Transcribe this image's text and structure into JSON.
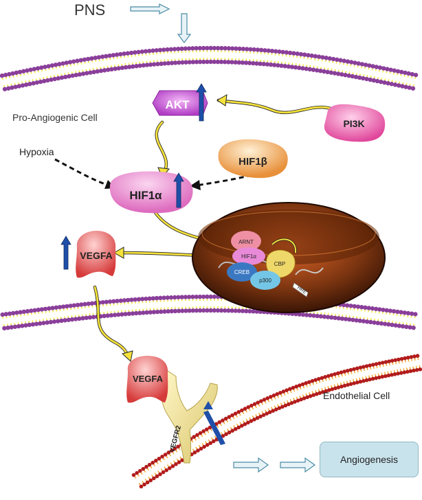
{
  "labels": {
    "stimulus": "PNS",
    "pro_cell": "Pro-Angiogenic Cell",
    "hypoxia": "Hypoxia",
    "endothelial_cell": "Endothelial Cell",
    "outcome": "Angiogenesis"
  },
  "proteins": {
    "akt": "AKT",
    "pi3k": "PI3K",
    "hif1b": "HIF1β",
    "hif1a": "HIF1α",
    "vegfa": "VEGFA",
    "vegfa_bound": "VEGFA",
    "vegfr2": "VEGFR2"
  },
  "complex": {
    "arnt": "ARNT",
    "hif1a": "HIF1α",
    "cbp": "CBP",
    "creb": "CREB",
    "p300": "p300",
    "hre": "HRE"
  },
  "colors": {
    "membrane_head": "#8a3f9a",
    "membrane_tail": "#f2e63a",
    "endo_head": "#b21c1c",
    "endo_tail": "#f0a52a",
    "pathway_arrow": "#f5e23c",
    "up_arrow": "#1f4fa8",
    "akt": "#c64fd8",
    "pi3k": "#e55aa8",
    "hif1b": "#efa24a",
    "hif1a": "#e773c4",
    "vegfa": "#e04a4a",
    "nucleus": "#7a3410",
    "box": "#c9e3ec"
  }
}
